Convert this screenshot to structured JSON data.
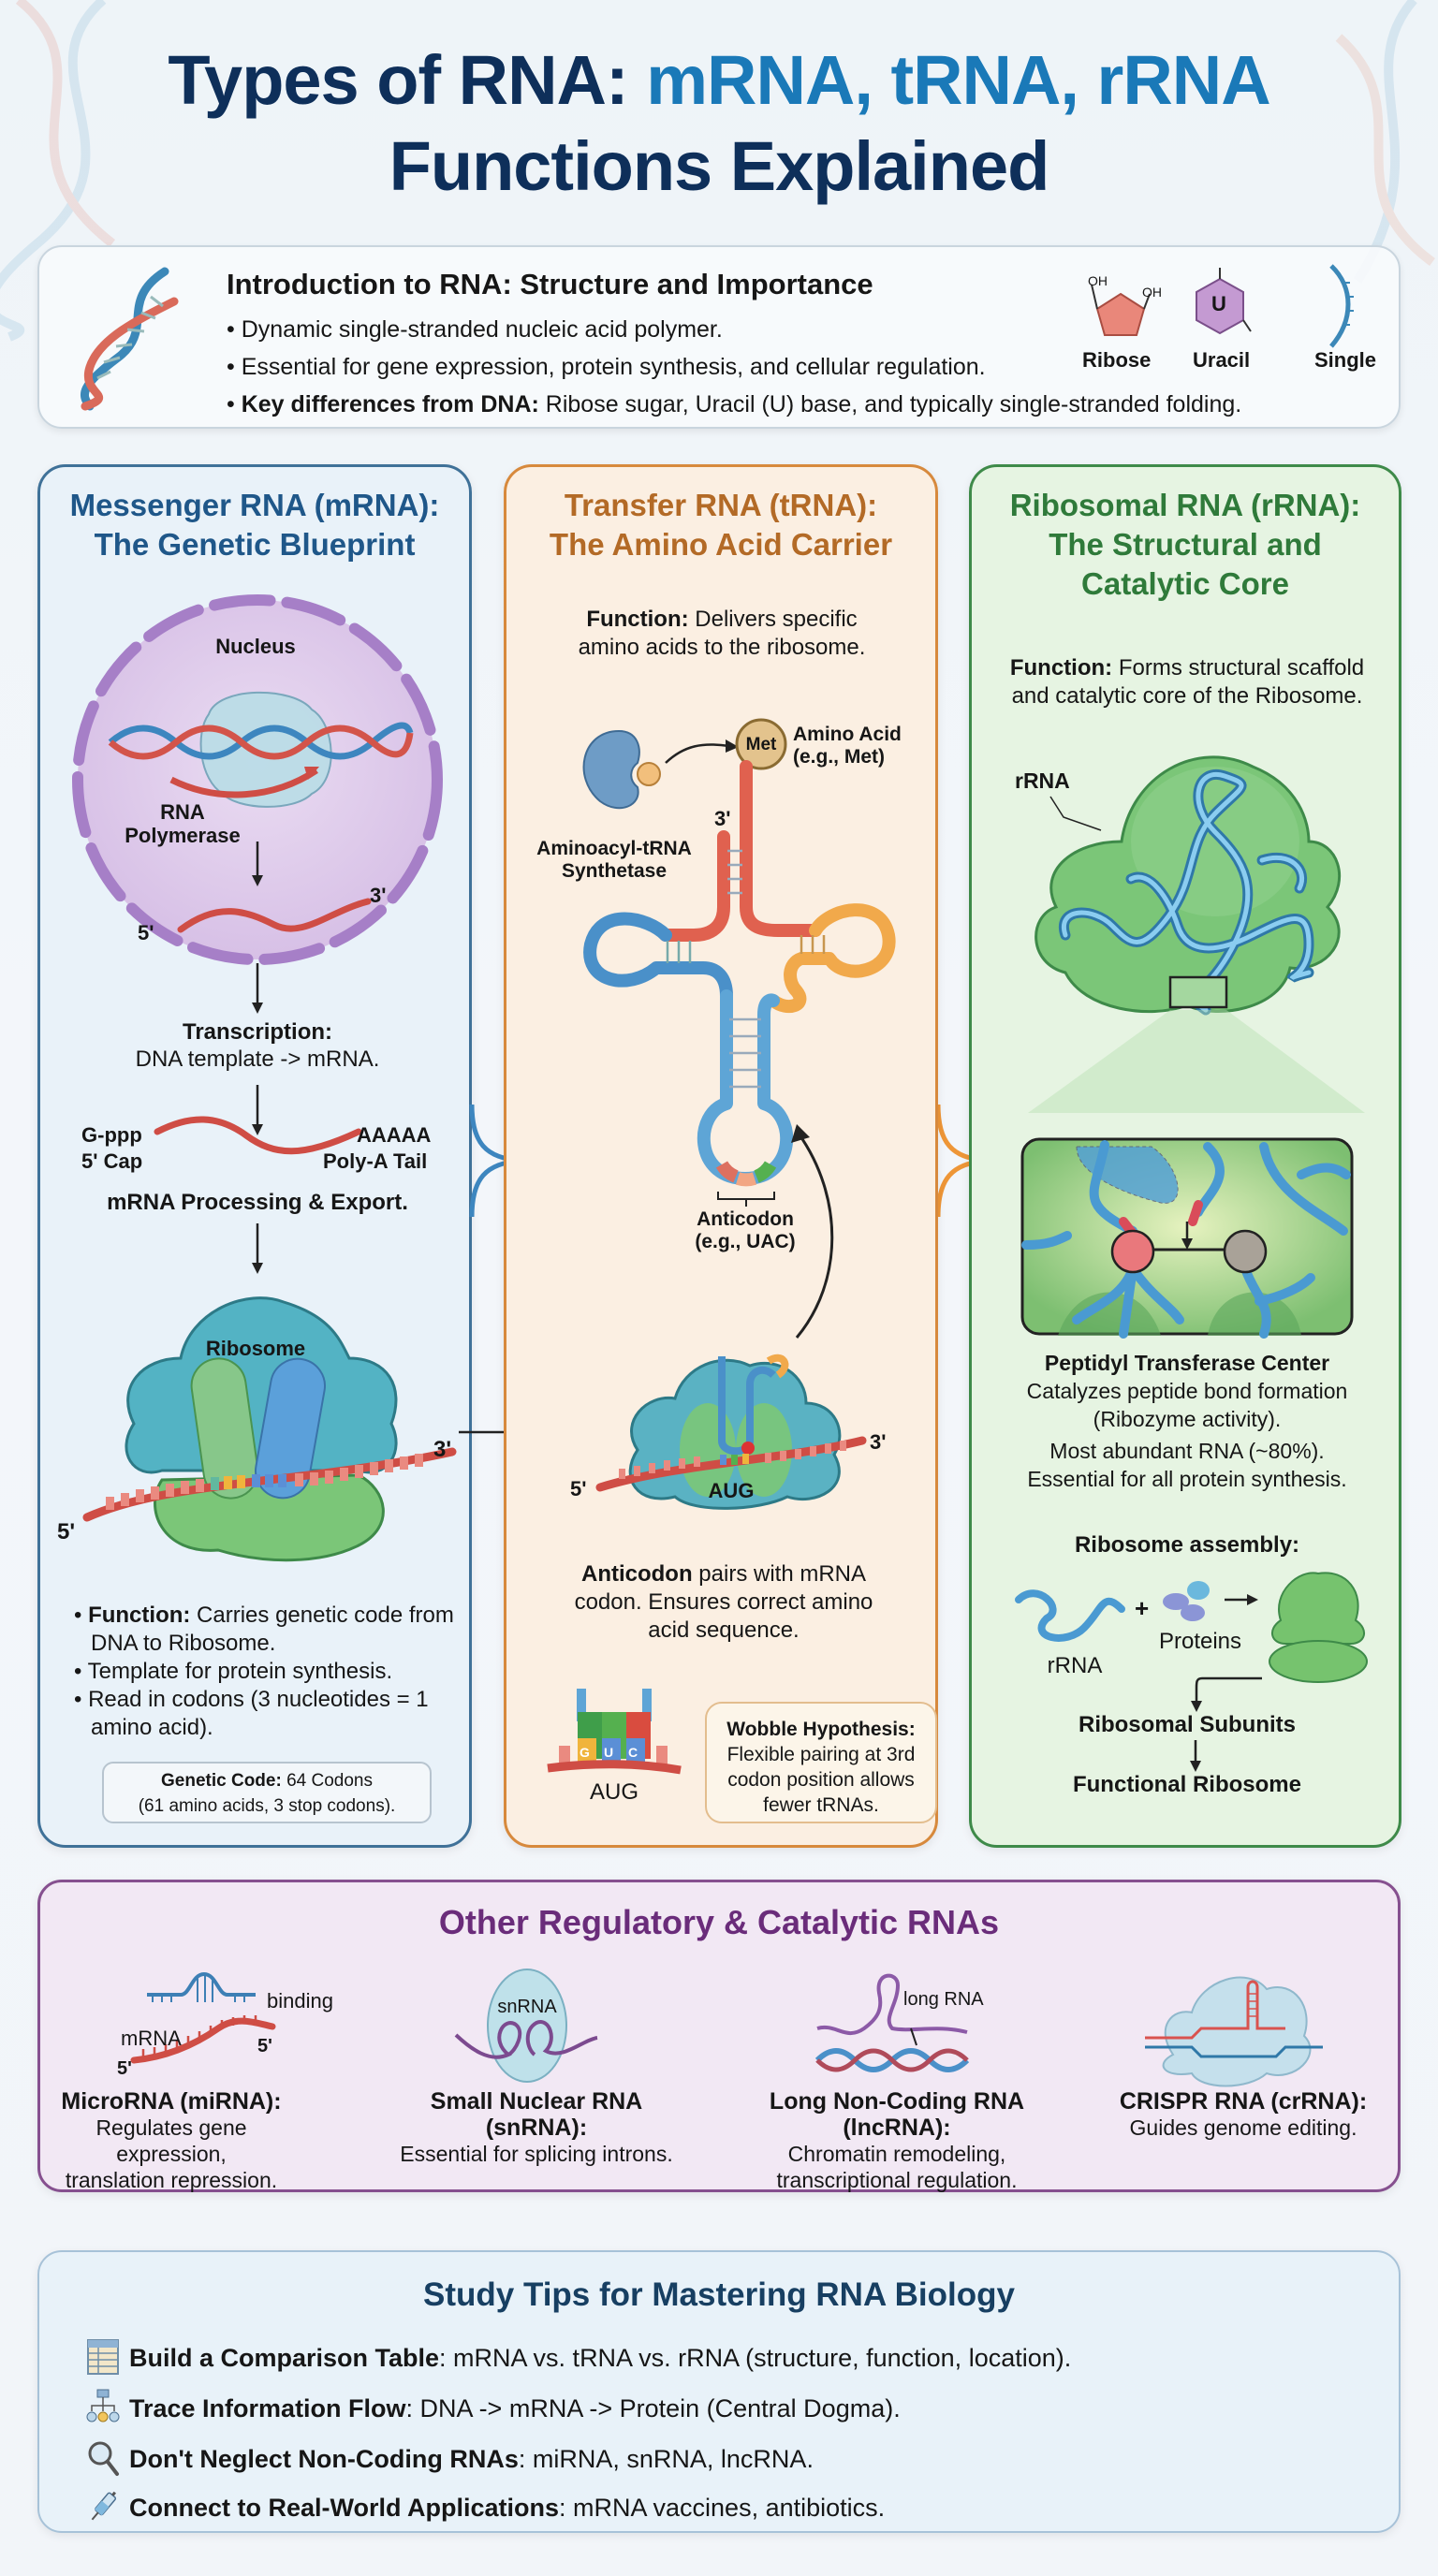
{
  "title": {
    "part1": "Types of RNA: ",
    "part2": "mRNA, tRNA, rRNA",
    "line2": "Functions Explained"
  },
  "colors": {
    "title_dark": "#0e2f5a",
    "title_accent": "#1a79b8",
    "mrna_accent": "#1f5789",
    "trna_accent": "#b36a26",
    "rrna_accent": "#2f7a3a",
    "other_accent": "#6a2c7a"
  },
  "intro": {
    "title": "Introduction to RNA: Structure and Importance",
    "bullets": [
      "Dynamic single-stranded nucleic acid polymer.",
      "Essential for gene expression, protein synthesis, and cellular regulation."
    ],
    "key_label": "Key differences from DNA:",
    "key_text": " Ribose sugar, Uracil (U) base, and typically single-stranded folding.",
    "icons": [
      {
        "icon": "ribose-icon",
        "label": "Ribose",
        "oh1": "OH",
        "oh2": "OH"
      },
      {
        "icon": "uracil-icon",
        "label": "Uracil",
        "glyph": "U"
      },
      {
        "icon": "single-strand-icon",
        "label": "Single"
      }
    ]
  },
  "mrna": {
    "title_line1": "Messenger RNA (mRNA):",
    "title_line2": "The Genetic Blueprint",
    "nucleus_label": "Nucleus",
    "polymerase_label_1": "RNA",
    "polymerase_label_2": "Polymerase",
    "five_prime": "5'",
    "three_prime": "3'",
    "transcription_title": "Transcription:",
    "transcription_text": "DNA template -> mRNA.",
    "cap_seq": "G-ppp",
    "cap_label": "5' Cap",
    "tail_seq": "AAAAA",
    "tail_label": "Poly-A Tail",
    "processing_label": "mRNA Processing & Export.",
    "ribosome_label": "Ribosome",
    "bullets": [
      {
        "bold": "Function:",
        "text": " Carries genetic code from DNA to Ribosome."
      },
      {
        "bold": "",
        "text": "Template for protein synthesis."
      },
      {
        "bold": "",
        "text": "Read in codons (3 nucleotides = 1 amino acid)."
      }
    ],
    "code_box_bold": "Genetic Code:",
    "code_box_text": " 64 Codons",
    "code_box_line2": "(61 amino acids, 3 stop codons)."
  },
  "trna": {
    "title_line1": "Transfer RNA (tRNA):",
    "title_line2": "The Amino Acid Carrier",
    "function_bold": "Function:",
    "function_text": " Delivers specific amino acids to the ribosome.",
    "amino_acid_glyph": "Met",
    "amino_acid_label_1": "Amino Acid",
    "amino_acid_label_2": "(e.g., Met)",
    "synthetase_label_1": "Aminoacyl-tRNA",
    "synthetase_label_2": "Synthetase",
    "three_prime": "3'",
    "anticodon_label_1": "Anticodon",
    "anticodon_label_2": "(e.g., UAC)",
    "five_prime": "5'",
    "codon_label": "AUG",
    "pairs_bold": "Anticodon",
    "pairs_text": " pairs with mRNA codon. Ensures correct amino acid sequence.",
    "wobble_codon": "AUG",
    "wobble_bases": [
      "G",
      "U",
      "C"
    ],
    "wobble_title": "Wobble Hypothesis:",
    "wobble_text": "Flexible pairing at 3rd codon position allows fewer tRNAs."
  },
  "rrna": {
    "title_line1": "Ribosomal RNA (rRNA):",
    "title_line2": "The Structural and",
    "title_line3": "Catalytic Core",
    "function_bold": "Function:",
    "function_text": " Forms structural scaffold and catalytic core of the Ribosome.",
    "rrna_label": "rRNA",
    "ptc_title": "Peptidyl Transferase Center",
    "ptc_text": "Catalyzes peptide bond formation (Ribozyme activity).",
    "abundance_line1": "Most abundant RNA (~80%).",
    "abundance_line2": "Essential for all protein synthesis.",
    "assembly_title": "Ribosome assembly:",
    "assembly_plus": "+",
    "assembly_rrna": "rRNA",
    "assembly_proteins": "Proteins",
    "subunits_label": "Ribosomal Subunits",
    "functional_label": "Functional Ribosome"
  },
  "other": {
    "title": "Other Regulatory & Catalytic RNAs",
    "items": [
      {
        "name": "MicroRNA (miRNA):",
        "desc_1": "Regulates gene expression,",
        "desc_2": "translation repression.",
        "tag_binding": "binding",
        "tag_mrna": "mRNA",
        "five_a": "5'",
        "five_b": "5'"
      },
      {
        "name": "Small Nuclear RNA",
        "name_2": "(snRNA):",
        "desc_1": "Essential for splicing introns.",
        "tag": "snRNA"
      },
      {
        "name": "Long Non-Coding RNA",
        "name_2": "(lncRNA):",
        "desc_1": "Chromatin remodeling,",
        "desc_2": "transcriptional regulation.",
        "tag": "long RNA"
      },
      {
        "name": "CRISPR RNA (crRNA):",
        "desc_1": "Guides genome editing."
      }
    ]
  },
  "tips": {
    "title": "Study Tips for Mastering RNA Biology",
    "items": [
      {
        "icon": "table-icon",
        "bold": "Build a Comparison Table",
        "text": ": mRNA vs. tRNA vs. rRNA (structure, function, location)."
      },
      {
        "icon": "flowchart-icon",
        "bold": "Trace Information Flow",
        "text": ": DNA -> mRNA -> Protein (Central Dogma)."
      },
      {
        "icon": "magnifier-icon",
        "bold": "Don't Neglect Non-Coding RNAs",
        "text": ": miRNA, snRNA, lncRNA."
      },
      {
        "icon": "syringe-icon",
        "bold": "Connect to Real-World Applications",
        "text": ": mRNA vaccines, antibiotics."
      }
    ]
  }
}
